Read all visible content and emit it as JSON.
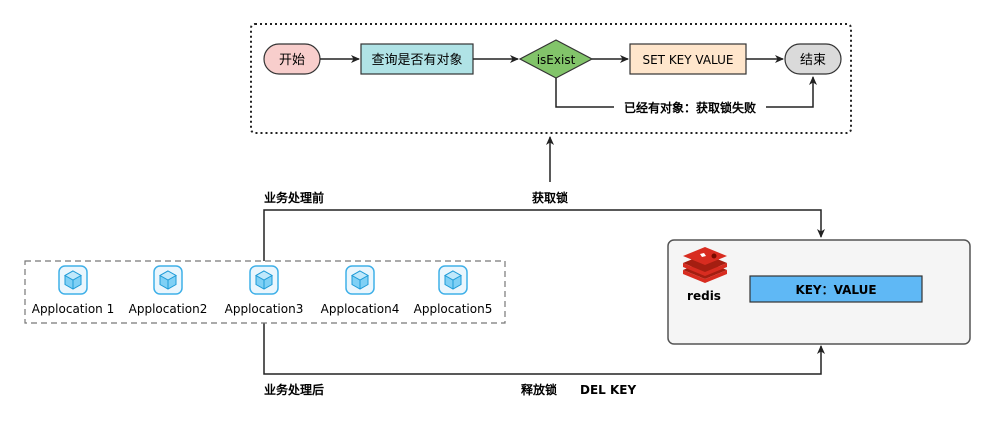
{
  "flow": {
    "start": "开始",
    "query": "查询是否有对象",
    "decision": "isExist",
    "set": "SET KEY VALUE",
    "end": "结束",
    "fail_label": "已经有对象：获取锁失败"
  },
  "connectors": {
    "acquire": "获取锁",
    "before": "业务处理前",
    "after": "业务处理后",
    "release": "释放锁",
    "del": "DEL KEY"
  },
  "apps": [
    {
      "label": "Applocation 1",
      "icon": "cube-icon"
    },
    {
      "label": "Applocation2",
      "icon": "cube-icon"
    },
    {
      "label": "Applocation3",
      "icon": "cube-icon"
    },
    {
      "label": "Applocation4",
      "icon": "cube-icon"
    },
    {
      "label": "Applocation5",
      "icon": "cube-icon"
    }
  ],
  "redis": {
    "logo_text": "redis",
    "key_value": "KEY：VALUE"
  },
  "colors": {
    "start_fill": "#f8cecc",
    "start_stroke": "#b85450",
    "query_fill": "#b0e3e6",
    "query_stroke": "#0e8088",
    "decision_fill": "#82c46a",
    "decision_stroke": "#4a8a32",
    "set_fill": "#ffe6cc",
    "set_stroke": "#d79b00",
    "end_fill": "#dadada",
    "kv_fill": "#5fb8f5",
    "redis_red": "#d82c20"
  }
}
